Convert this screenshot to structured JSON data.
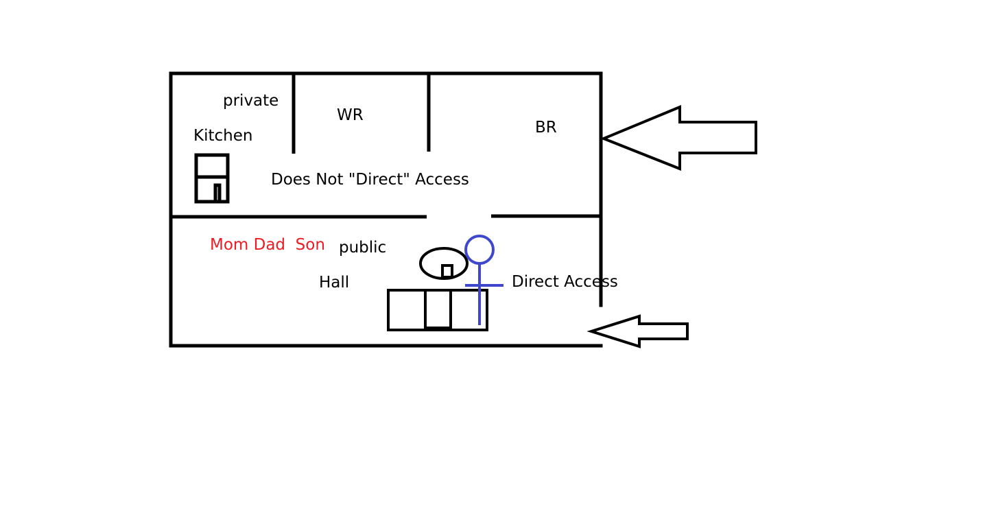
{
  "labels": {
    "private": "private",
    "kitchen": "Kitchen",
    "wr": "WR",
    "br": "BR",
    "no_direct_access": "Does Not \"Direct\" Access",
    "people": "Mom Dad  Son",
    "public": "public",
    "hall": "Hall",
    "direct_access": "Direct Access"
  },
  "colors": {
    "line": "#000000",
    "text": "#000000",
    "people": "#ed1c24",
    "figure": "#3f48cc",
    "background": "#ffffff"
  }
}
